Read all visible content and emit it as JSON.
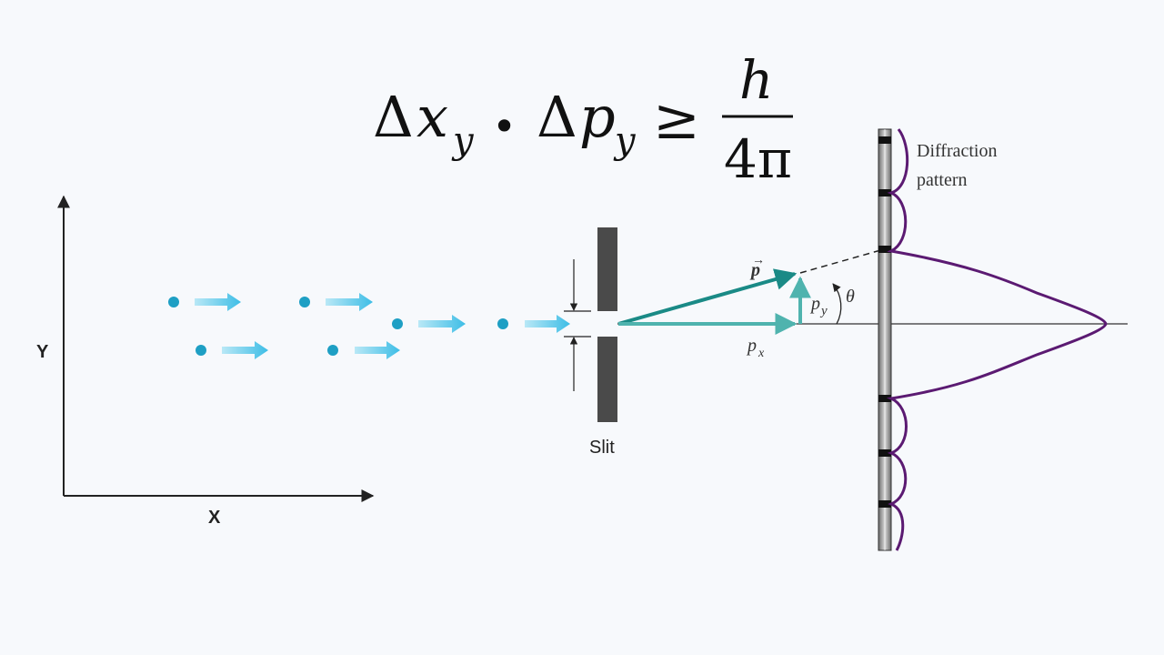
{
  "equation": {
    "lhs_delta_1": "Δ",
    "lhs_var_1": "x",
    "lhs_sub_1": "y",
    "dot": "•",
    "lhs_delta_2": "Δ",
    "lhs_var_2": "p",
    "lhs_sub_2": "y",
    "relation": "≥",
    "numerator": "h",
    "denominator": "4π"
  },
  "axes": {
    "x_label": "X",
    "y_label": "Y"
  },
  "slit": {
    "label": "Slit"
  },
  "vectors": {
    "p_label": "p",
    "p_arrow": "→",
    "px_label": "p",
    "px_sub": "x",
    "py_label": "p",
    "py_sub": "y",
    "theta_label": "θ"
  },
  "screen": {
    "label_line1": "Diffraction",
    "label_line2": "pattern"
  },
  "colors": {
    "particle": "#1e9fc4",
    "arrow_light": "#4cc6ea",
    "vector_teal": "#1a8a86",
    "vector_light": "#4fb3ae",
    "pattern_curve": "#5b1a72",
    "slit_bar": "#4a4a4a"
  }
}
